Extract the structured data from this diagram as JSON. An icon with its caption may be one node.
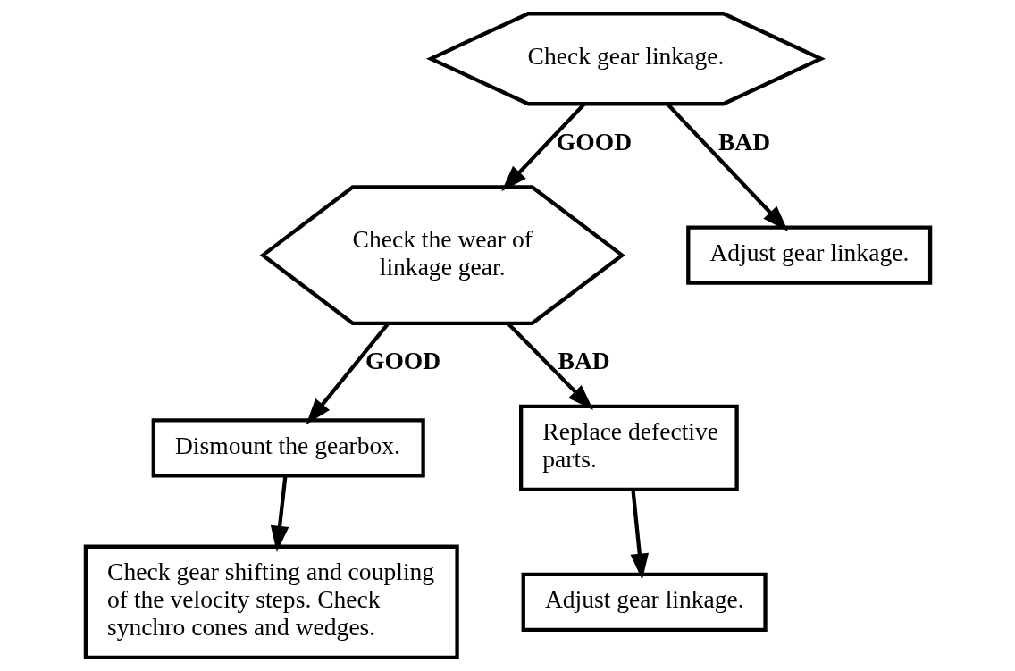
{
  "diagram": {
    "nodes": [
      {
        "text": [
          "Check gear linkage."
        ]
      },
      {
        "text": [
          "Check the wear of linkage gear."
        ]
      },
      {
        "text": [
          "Adjust gear linkage."
        ]
      },
      {
        "text": [
          "Dismount the gearbox."
        ]
      },
      {
        "text": [
          "Replace defective parts."
        ]
      },
      {
        "text": [
          "Check gear shifting and coupling of the velocity steps. Check synchro cones and wedges."
        ]
      },
      {
        "text": [
          "Adjust gear linkage."
        ]
      }
    ],
    "edges": [
      {
        "from": 0,
        "to": 1,
        "arrow": "to",
        "label": "GOOD"
      },
      {
        "from": 0,
        "to": 2,
        "arrow": "to",
        "label": "BAD"
      },
      {
        "from": 1,
        "to": 3,
        "arrow": "to",
        "label": "GOOD"
      },
      {
        "from": 1,
        "to": 4,
        "arrow": "to",
        "label": "BAD"
      },
      {
        "from": 3,
        "to": 5,
        "arrow": "to"
      },
      {
        "from": 4,
        "to": 6,
        "arrow": "to"
      }
    ]
  }
}
